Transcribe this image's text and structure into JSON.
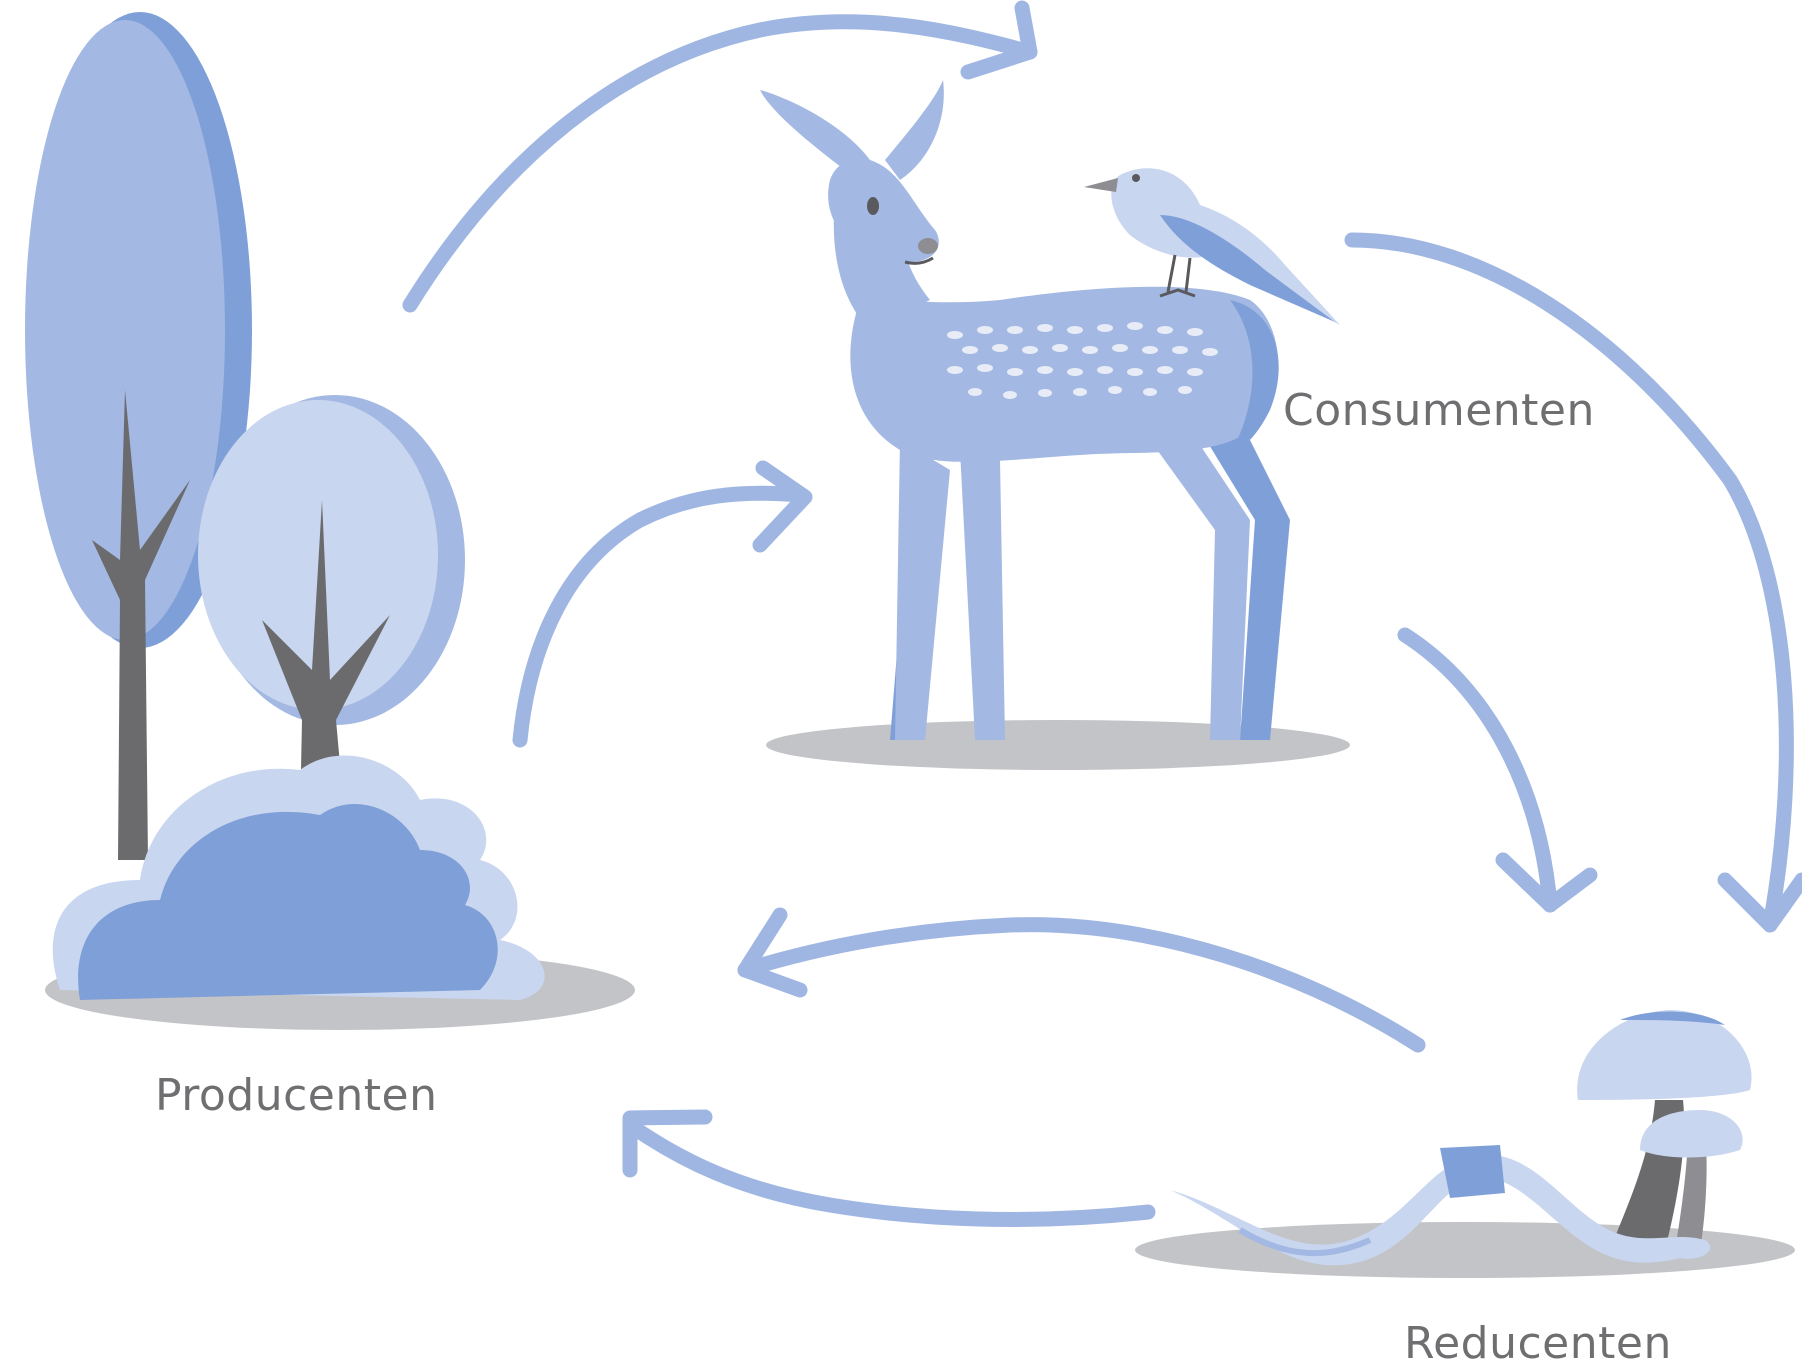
{
  "labels": {
    "producers": "Producenten",
    "consumers": "Consumenten",
    "decomposers": "Reducenten"
  },
  "colors": {
    "light_blue": "#c9d6ef",
    "mid_blue": "#a3b8e2",
    "dark_blue": "#7f9fd8",
    "arrow_blue": "#9fb6e2",
    "trunk_gray": "#6b6b6e",
    "shadow_gray": "#c3c4c7",
    "label_gray": "#6f6f72"
  },
  "icons": [
    "tree-icon",
    "bush-icon",
    "deer-icon",
    "bird-icon",
    "worm-icon",
    "mushroom-icon",
    "cycle-arrow-icon"
  ]
}
